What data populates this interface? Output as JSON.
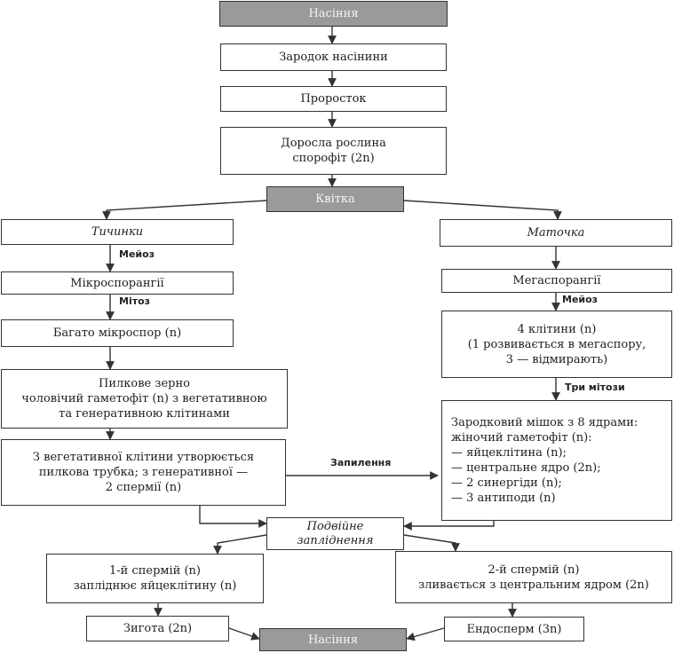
{
  "nodes": {
    "seed_top": "Насіння",
    "embryo": "Зародок насінини",
    "sprout": "Проросток",
    "adult_line1": "Доросла рослина",
    "adult_line2": "спорофіт (2n)",
    "flower": "Квітка",
    "stamens": "Тичинки",
    "pistil": "Маточка",
    "microsporangia": "Мікроспорангії",
    "megasporangia": "Мегаспорангії",
    "microspores": "Багато мікроспор (n)",
    "four_cells_line1": "4 клітини (n)",
    "four_cells_line2": "(1 розвивається в мегаспору,",
    "four_cells_line3": "3 — відмирають)",
    "pollen_line1": "Пилкове зерно",
    "pollen_line2": "чоловічий гаметофіт (n) з вегетативною",
    "pollen_line3": "та генеративною клітинами",
    "tube_line1": "З вегетативної клітини утворюється",
    "tube_line2": "пилкова трубка; з генеративної —",
    "tube_line3": "2 спермії (n)",
    "sac_line1": "Зародковий мішок з 8 ядрами:",
    "sac_line2": "жіночий гаметофіт (n):",
    "sac_line3": "— яйцеклітина (n);",
    "sac_line4": "— центральне ядро (2n);",
    "sac_line5": "— 2 синергіди (n);",
    "sac_line6": "— 3 антиподи (n)",
    "double_line1": "Подвійне",
    "double_line2": "запліднення",
    "sperm1_line1": "1-й спермій (n)",
    "sperm1_line2": "запліднює яйцеклітину (n)",
    "sperm2_line1": "2-й спермій (n)",
    "sperm2_line2": "зливається з центральним ядром (2n)",
    "zygote": "Зигота (2n)",
    "endosperm": "Ендосперм (3n)",
    "seed_bottom": "Насіння"
  },
  "labels": {
    "meiosis_left": "Мейоз",
    "mitosis_left": "Мітоз",
    "meiosis_right": "Мейоз",
    "three_mitoses": "Три мітози",
    "pollination": "Запилення"
  },
  "colors": {
    "shaded_fill": "#9a9a9a",
    "border": "#333333"
  }
}
